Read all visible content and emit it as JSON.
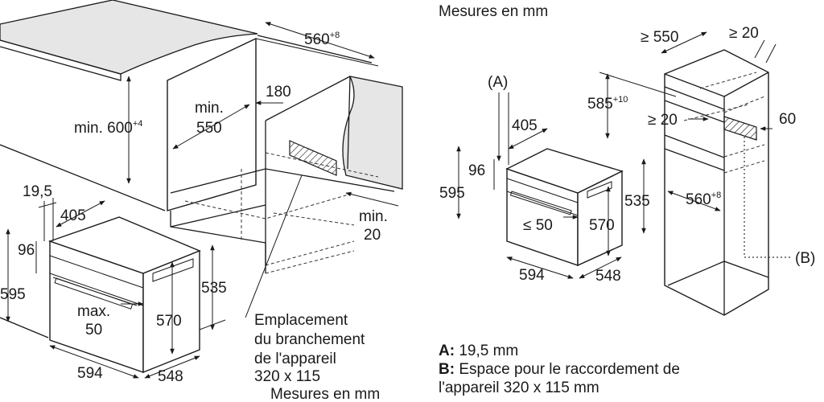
{
  "left_diagram": {
    "dim_top_width": "560",
    "dim_top_width_tol": "+8",
    "dim_height": "min. 600",
    "dim_height_tol": "+4",
    "dim_depth_line1": "min.",
    "dim_depth_line2": "550",
    "dim_180": "180",
    "dim_side_line1": "min.",
    "dim_side_line2": "20",
    "dim_19_5": "19,5",
    "dim_405": "405",
    "dim_96": "96",
    "dim_595": "595",
    "dim_max_line1": "max.",
    "dim_max_line2": "50",
    "dim_570": "570",
    "dim_535": "535",
    "dim_594": "594",
    "dim_548": "548",
    "note_line1": "Emplacement",
    "note_line2": "du branchement",
    "note_line3": "de l'appareil",
    "note_line4": "320 x 115",
    "units": "Mesures en mm"
  },
  "right_diagram": {
    "units": "Mesures en mm",
    "label_a": "(A)",
    "label_b": "(B)",
    "dim_550": "≥ 550",
    "dim_20_top": "≥ 20",
    "dim_585": "585",
    "dim_585_tol": "+10",
    "dim_20_mid": "≥ 20",
    "dim_60": "60",
    "dim_405": "405",
    "dim_96": "96",
    "dim_595": "595",
    "dim_535": "535",
    "dim_560": "560",
    "dim_560_tol": "+8",
    "dim_le50": "≤ 50",
    "dim_570": "570",
    "dim_594": "594",
    "dim_548": "548"
  },
  "legend": {
    "a_key": "A:",
    "a_text": "19,5 mm",
    "b_key": "B:",
    "b_line1": "Espace pour le raccordement de",
    "b_line2": "l'appareil 320 x 115 mm"
  }
}
